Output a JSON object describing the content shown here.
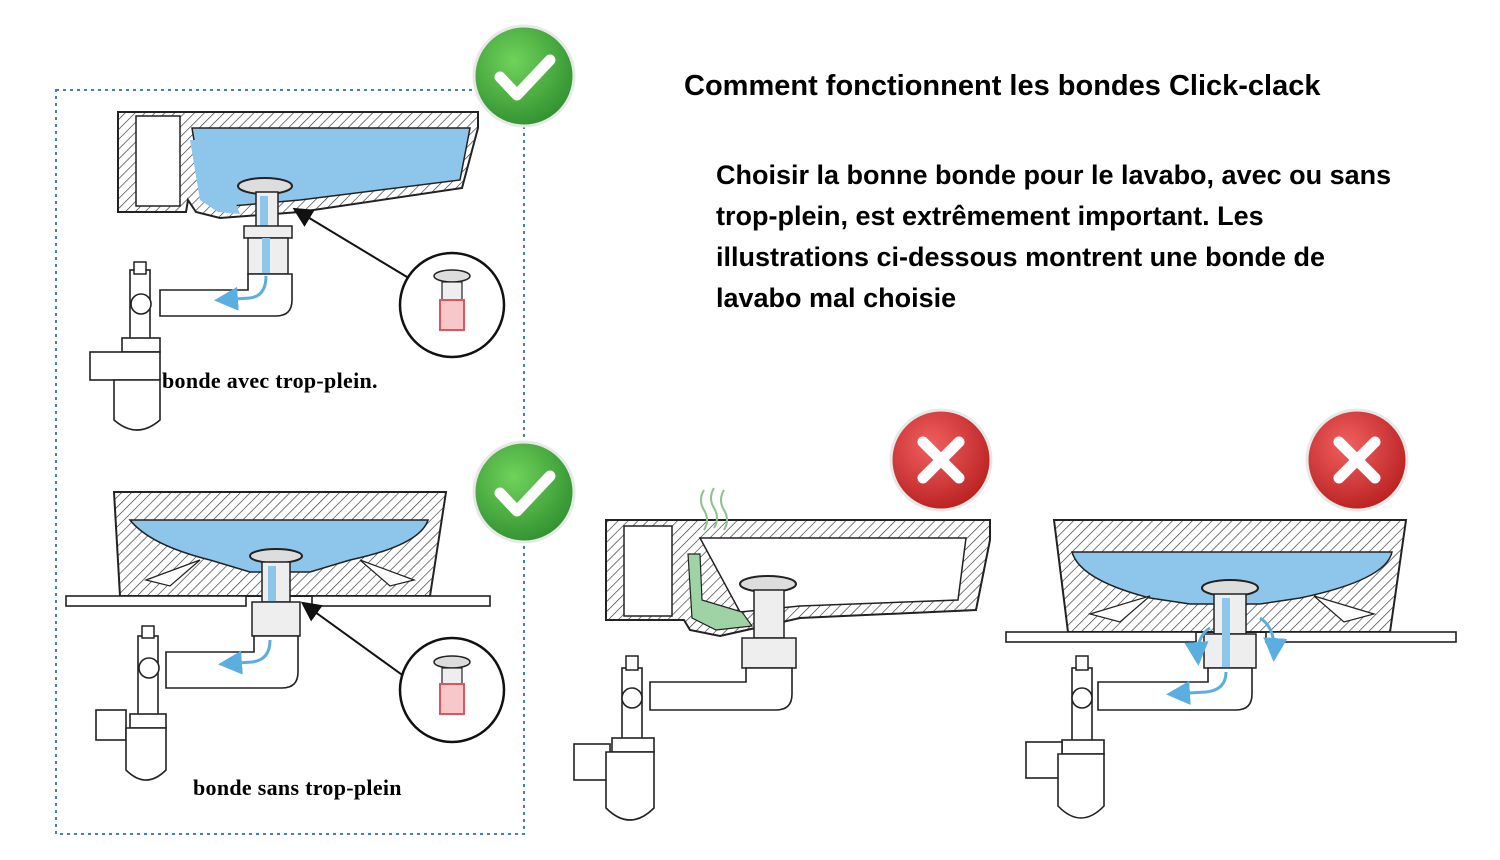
{
  "title": "Comment fonctionnent les bondes Click-clack",
  "intro": "Choisir la bonne bonde pour le lavabo, avec ou sans trop-plein, est extrêmement important. Les illustrations ci-dessous montrent une bonde de lavabo mal choisie",
  "captions": {
    "with_overflow": "bonde avec trop-plein.",
    "without_overflow": "bonde sans trop-plein"
  },
  "badges": {
    "correct": "check-icon",
    "wrong": "cross-icon"
  },
  "colors": {
    "water": "#8ec5ea",
    "stagnant_water": "#9fd3a6",
    "badge_green": "#3aa43a",
    "badge_red": "#d73030",
    "frame_dotted": "#4a7fb5",
    "flow_arrow": "#5aaee0",
    "plug_red": "#e0555a"
  }
}
